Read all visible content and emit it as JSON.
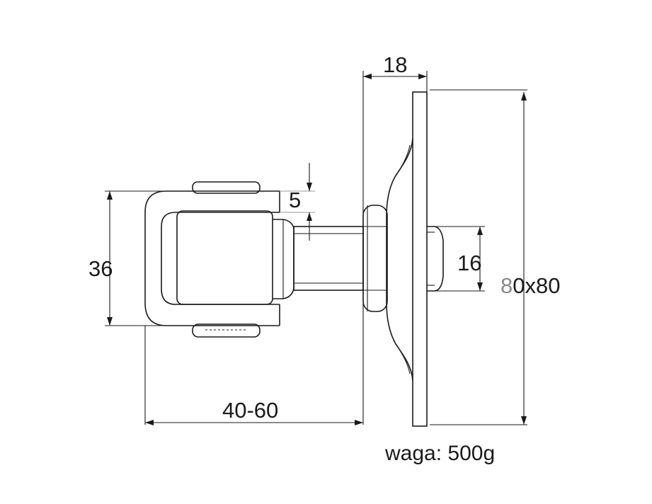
{
  "dimensions": {
    "plate_thickness": "18",
    "gap": "5",
    "eye_height": "36",
    "bolt_diameter": "16",
    "plate_size_first_digit": "8",
    "plate_size_rest": "0x80",
    "adjust_length": "40-60"
  },
  "weight_label": "waga: 500g",
  "colors": {
    "line": "#1a1a1a",
    "grey_text": "#8a8a8a",
    "background": "#ffffff"
  }
}
